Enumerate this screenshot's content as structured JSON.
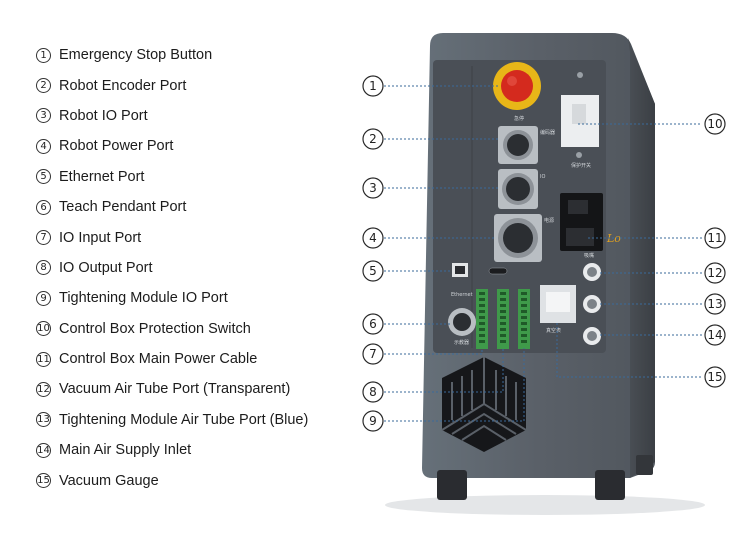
{
  "legend": [
    {
      "num": "1",
      "label": "Emergency Stop Button"
    },
    {
      "num": "2",
      "label": "Robot Encoder Port"
    },
    {
      "num": "3",
      "label": "Robot IO Port"
    },
    {
      "num": "4",
      "label": "Robot Power Port"
    },
    {
      "num": "5",
      "label": "Ethernet Port"
    },
    {
      "num": "6",
      "label": "Teach Pendant Port"
    },
    {
      "num": "7",
      "label": "IO Input Port"
    },
    {
      "num": "8",
      "label": "IO Output Port"
    },
    {
      "num": "9",
      "label": "Tightening Module IO Port"
    },
    {
      "num": "10",
      "label": "Control Box Protection Switch"
    },
    {
      "num": "11",
      "label": "Control Box Main Power Cable"
    },
    {
      "num": "12",
      "label": "Vacuum Air Tube Port (Transparent)"
    },
    {
      "num": "13",
      "label": "Tightening Module Air Tube Port (Blue)"
    },
    {
      "num": "14",
      "label": "Main Air Supply Inlet"
    },
    {
      "num": "15",
      "label": "Vacuum Gauge"
    }
  ],
  "device": {
    "port_labels": {
      "estop": "急停",
      "encoder": "编码器",
      "io": "IO",
      "power": "电源",
      "ethernet": "Ethernet",
      "pendant": "示教器",
      "vacuum": "吸嘴",
      "gauge": "真空表",
      "protection": "保护开关"
    }
  },
  "colors": {
    "body": "#5b6168",
    "panel": "#4a4f56",
    "estop_red": "#d42a1e",
    "estop_yellow": "#e8b618",
    "terminal_green": "#3f9a4a",
    "leader": "#3a6a9a"
  }
}
